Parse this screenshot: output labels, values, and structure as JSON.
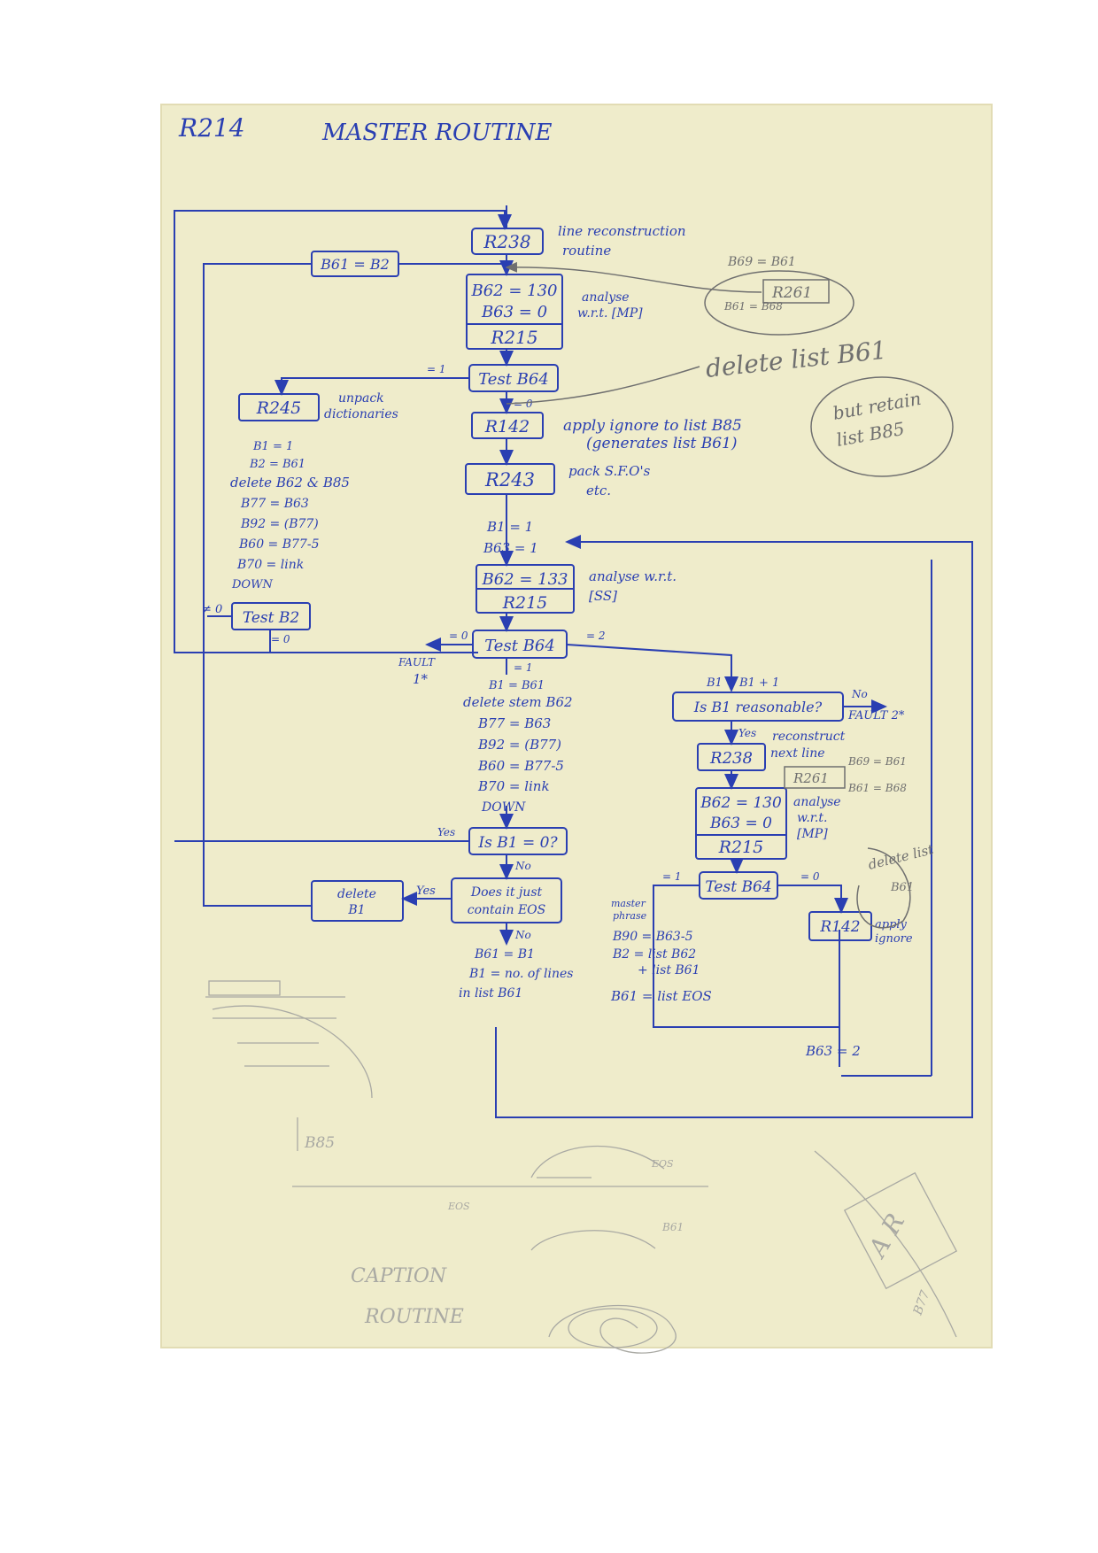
{
  "colors": {
    "paper": "#efeccb",
    "paper_edge": "#e2dcb4",
    "ink": "#2a3fb2",
    "pencil": "#6f6f6f",
    "pencil_light": "#a9a9a3"
  },
  "title": {
    "code": "R214",
    "name": "MASTER ROUTINE"
  },
  "boxes": {
    "r238_top": "R238",
    "b61_b2": "B61 = B2",
    "b62_130_a": "B62 = 130",
    "b63_0_a": "B63 = 0",
    "r215_a": "R215",
    "test_b64_a": "Test B64",
    "r245": "R245",
    "r142_a": "R142",
    "r243": "R243",
    "test_b2": "Test B2",
    "b62_133": "B62 = 133",
    "r215_b": "R215",
    "test_b64_b": "Test B64",
    "b1_reasonable": "Is B1 reasonable?",
    "r238_b": "R238",
    "b62_130_b": "B62 = 130",
    "b63_0_b": "B63 = 0",
    "r215_c": "R215",
    "is_b1_0": "Is B1 = 0?",
    "test_b64_c": "Test B64",
    "r142_b": "R142",
    "delete_b1_l1": "delete",
    "delete_b1_l2": "B1",
    "contains_eos_l1": "Does it just",
    "contains_eos_l2": "contain EOS"
  },
  "pencil_boxes": {
    "r261_a": "R261",
    "r261_b": "R261"
  },
  "notes": {
    "line_recon_l1": "line reconstruction",
    "line_recon_l2": "routine",
    "analyse_mp_l1": "analyse",
    "analyse_mp_l2": "w.r.t. [MP]",
    "unpack_l1": "unpack",
    "unpack_l2": "dictionaries",
    "apply_ignore_l1": "apply ignore to list B85",
    "apply_ignore_l2": "(generates list B61)",
    "pack_sfo_l1": "pack S.F.O's",
    "pack_sfo_l2": "etc.",
    "analyse_ss_l1": "analyse w.r.t.",
    "analyse_ss_l2": "[SS]",
    "reconstruct_l1": "reconstruct",
    "reconstruct_l2": "next line",
    "analyse_mp2_l1": "analyse",
    "analyse_mp2_l2": "w.r.t.",
    "analyse_mp2_l3": "[MP]",
    "apply_ignore2_l1": "apply",
    "apply_ignore2_l2": "ignore",
    "master_phrase_l1": "master",
    "master_phrase_l2": "phrase"
  },
  "assignments": {
    "left": [
      "B1 = 1",
      "B2 = B61",
      "delete B62 & B85",
      "B77 = B63",
      "B92 = (B77)",
      "B60 = B77-5",
      "B70 = link",
      "DOWN"
    ],
    "pre_loop": [
      "B1 = 1",
      "B63 = 1"
    ],
    "center": [
      "B1 = B61",
      "delete stem B62",
      "B77 = B63",
      "B92 = (B77)",
      "B60 = B77-5",
      "B70 = link",
      "DOWN"
    ],
    "b1_inc": "B1 = B1 + 1",
    "after_no": [
      "B61 = B1",
      "B1 = no. of lines",
      "in list B61"
    ],
    "phrase": [
      "B90 = B63-5",
      "B2 = list B62",
      "+ list B61"
    ],
    "b61_eos": "B61 = list EOS",
    "b63_2": "B63 = 2"
  },
  "branch_labels": {
    "eq1_a": "= 1",
    "eq0_a": "= 0",
    "ne0": "≠ 0",
    "eq0_b": "= 0",
    "eq0_c": "= 0",
    "eq2": "= 2",
    "eq1_b": "= 1",
    "no_a": "No",
    "yes_a": "Yes",
    "yes_b": "Yes",
    "no_b": "No",
    "yes_c": "Yes",
    "no_c": "No",
    "eq1_c": "= 1",
    "eq0_d": "= 0"
  },
  "faults": {
    "f1_l1": "FAULT",
    "f1_l2": "1*",
    "f2": "FAULT 2*"
  },
  "pencil_notes": {
    "b69_b61_a": "B69 = B61",
    "b61_b68_a": "B61 = B68",
    "b69_b61_b": "B69 = B61",
    "b61_b68_b": "B61 = B68"
  },
  "handwritten": {
    "delete_list_b61": "delete list B61",
    "but_retain_l1": "but retain",
    "but_retain_l2": "list B85",
    "delete_list_b61_2_l1": "delete list",
    "delete_list_b61_2_l2": "B61"
  },
  "sketches": {
    "caption_l1": "CAPTION",
    "caption_l2": "ROUTINE",
    "b85": "B85",
    "eos_a": "EOS",
    "eos_b": "EOS",
    "b61": "B61",
    "b77": "B77",
    "a_r": "A R"
  }
}
